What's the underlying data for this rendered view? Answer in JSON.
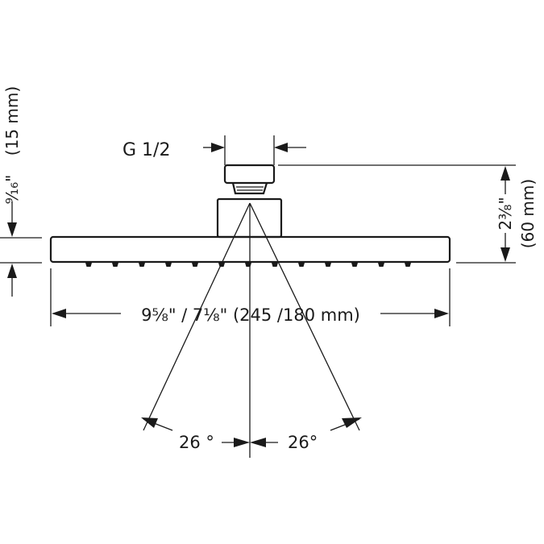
{
  "labels": {
    "thread": "G 1/2",
    "height_in": "2⅜\"",
    "height_mm": "(60 mm)",
    "thickness_in": "⁹⁄₁₆\"",
    "thickness_mm": "(15 mm)",
    "width": "9⅝\" / 7⅛\" (245 /180 mm)",
    "angle_left": "26 °",
    "angle_right": "26°"
  }
}
